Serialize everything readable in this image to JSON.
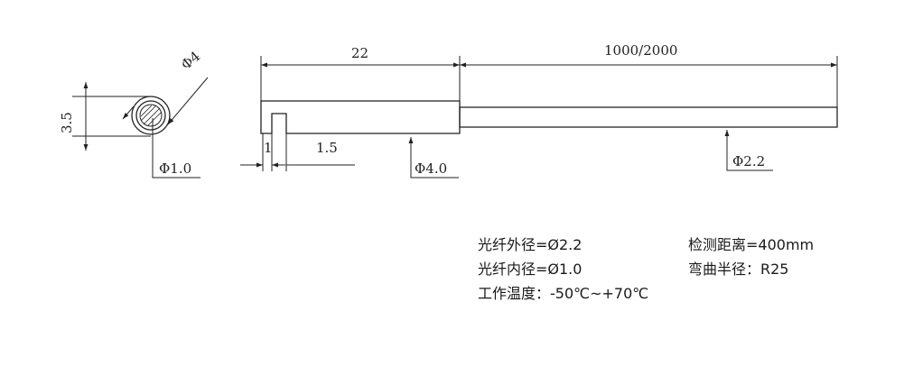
{
  "dimensions": {
    "end_diameter": "Φ4",
    "end_height": "3.5",
    "core_diameter": "Φ1.0",
    "head_length": "22",
    "cable_length": "1000/2000",
    "slot_width": "1",
    "slot_depth": "1.5",
    "head_diameter": "Φ4.0",
    "cable_diameter": "Φ2.2"
  },
  "specs": {
    "outer_diameter": "光纤外径=Ø2.2",
    "inner_diameter": "光纤内径=Ø1.0",
    "temperature": "工作温度：-50℃~+70℃",
    "detect_distance": "检测距离=400mm",
    "bend_radius": "弯曲半径：R25"
  },
  "colors": {
    "line": "#222222",
    "text": "#1a1a1a",
    "background": "#ffffff"
  }
}
